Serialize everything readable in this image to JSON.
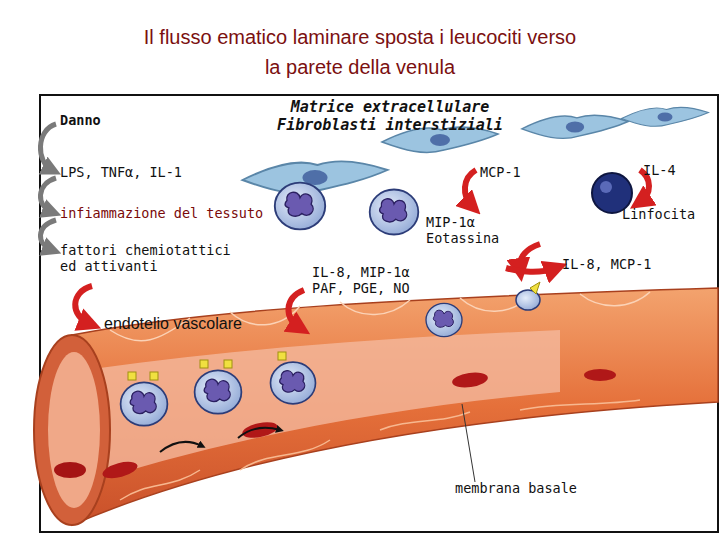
{
  "diagram": {
    "title": "Il flusso ematico laminare sposta i leucociti verso la parete della venula",
    "labels": [
      "Danno",
      "Matrice extracellulare Fibroblasti interstiziali",
      "LPS, TNFα, IL-1",
      "MCP-1",
      "IL-4",
      "infiammazione del tessuto",
      "MIP-1α Eotassina",
      "Linfocita",
      "fattori chemiotattici ed attivanti",
      "IL-8, MIP-1α PAF, PGE, NO",
      "IL-8, MCP-1",
      "endotelio vascolare",
      "membrana basale"
    ]
  }
}
